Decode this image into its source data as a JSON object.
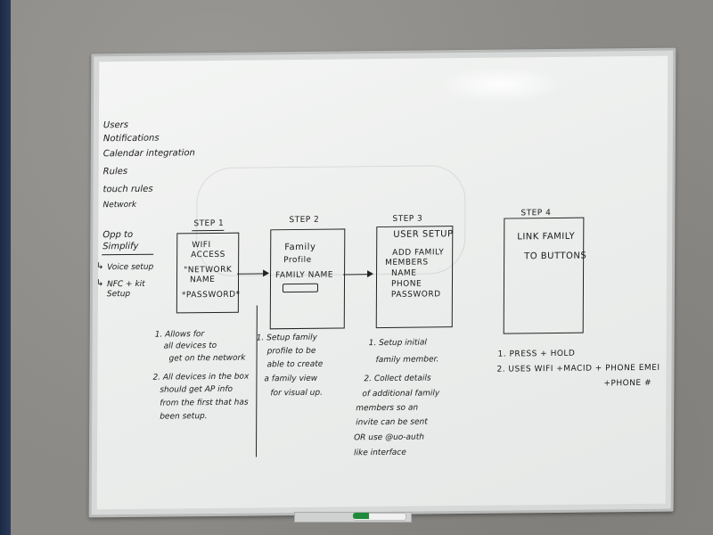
{
  "sidebar": {
    "items": [
      "Users",
      "Notifications",
      "Calendar integration",
      "Rules",
      "touch rules",
      "Network"
    ],
    "opp_title": "Opp to Simplify",
    "opp_items": [
      "Voice setup",
      "NFC + kit Setup"
    ]
  },
  "steps": [
    {
      "title": "STEP 1",
      "box_lines": [
        "WIFI",
        "ACCESS",
        "\"NETWORK",
        "NAME",
        "*PASSWORD*"
      ],
      "notes": [
        "1. Allows for",
        "all devices to",
        "get on the network",
        "2. All devices in the box",
        "should get AP info",
        "from the first that has",
        "been setup."
      ]
    },
    {
      "title": "STEP 2",
      "box_lines": [
        "Family",
        "Profile",
        "FAMILY NAME"
      ],
      "notes": [
        "1. Setup family",
        "profile to be",
        "able to create",
        "a family view",
        "for visual up."
      ]
    },
    {
      "title": "STEP 3",
      "box_lines": [
        "USER SETUP",
        "ADD FAMILY",
        "MEMBERS",
        "NAME",
        "PHONE",
        "PASSWORD"
      ],
      "notes": [
        "1. Setup initial",
        "family member.",
        "2. Collect details",
        "of additional family",
        "members so an",
        "invite can be sent",
        "OR use @uo-auth",
        "like interface"
      ]
    },
    {
      "title": "STEP 4",
      "box_lines": [
        "LINK FAMILY",
        "TO BUTTONS"
      ],
      "notes": [
        "1. PRESS + HOLD",
        "2. USES WIFI +MACID + PHONE EMEI",
        "+PHONE #"
      ]
    }
  ],
  "colors": {
    "board": "#eceeed",
    "ink": "#1a1a1a",
    "frame": "#b9bbbb",
    "wall": "#8c8a86",
    "marker_cap": "#1f8a3a"
  }
}
